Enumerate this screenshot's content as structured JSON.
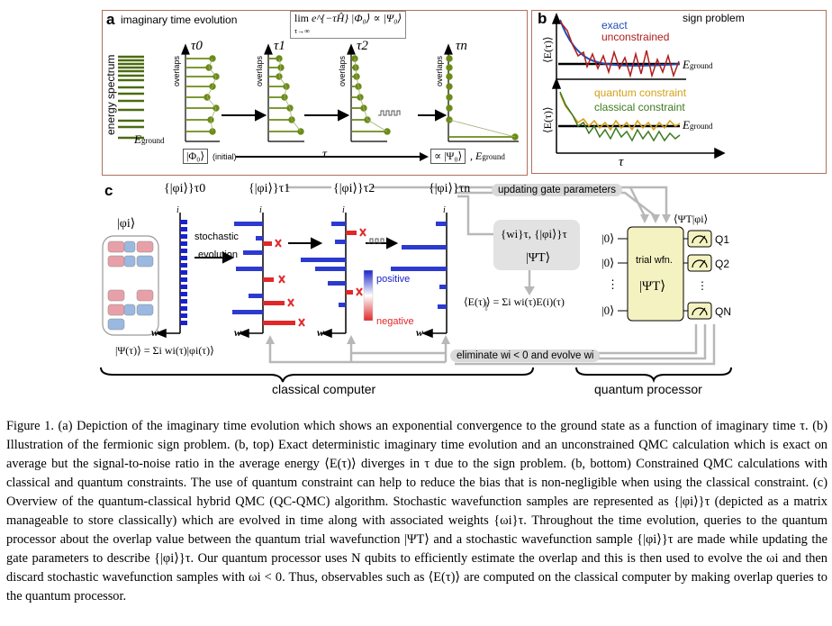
{
  "panel_a": {
    "letter": "a",
    "title": "imaginary time evolution",
    "formula_lim": "lim",
    "formula_sub": "τ→∞",
    "formula_body": "e^{−τĤ} |Φ₀⟩ ∝ |Ψ₀⟩",
    "spectrum_label": "energy spectrum",
    "e_ground": "E",
    "e_ground_sub": "ground",
    "overlaps_label": "overlaps",
    "tau_labels": [
      "τ0",
      "τ1",
      "τ2",
      "τn"
    ],
    "initial_ket": "|Φ₀⟩",
    "initial_text": "(initial)",
    "tau_axis": "τ",
    "final_ket": "∝ |Ψ₀⟩",
    "final_e": ", E",
    "final_e_sub": "ground"
  },
  "panel_b": {
    "letter": "b",
    "title": "sign problem",
    "ylabel": "⟨E(τ)⟩",
    "legend_top": [
      "exact",
      "unconstrained"
    ],
    "legend_bottom": [
      "quantum constraint",
      "classical constraint"
    ],
    "e_ground": "E",
    "e_ground_sub": "ground",
    "xlabel": "τ",
    "colors": {
      "exact": "#1f4fb4",
      "unconstrained": "#b01c1c",
      "quantum": "#d4a017",
      "classical": "#3c7a1e"
    }
  },
  "panel_c": {
    "letter": "c",
    "walker_label": "|φi⟩",
    "set_labels": [
      "{|φi⟩}τ0",
      "{|φi⟩}τ1",
      "{|φi⟩}τ2",
      "{|φi⟩}τn"
    ],
    "axis_i": "i",
    "axis_w": "w",
    "stochastic": "stochastic",
    "evolution": "evolution",
    "positive": "positive",
    "negative": "negative",
    "updating": "updating gate parameters",
    "wi_set": "{wi}τ, {|φi⟩}τ",
    "psi_t": "|ΨT⟩",
    "energy_formula": "⟨E(τ)⟩ = Σi wi(τ)E(i)(τ)",
    "psi_tau": "|Ψ(τ)⟩ = Σi wi(τ)|φi(τ)⟩",
    "eliminate": "eliminate wi < 0 and evolve wi",
    "trial_wfn": "trial wfn.",
    "trial_psi": "|ΨT⟩",
    "overlap": "⟨ΨT|φi⟩",
    "qubits_in": [
      "|0⟩",
      "|0⟩",
      "⋮",
      "|0⟩"
    ],
    "q_labels": [
      "Q1",
      "Q2",
      "⋮",
      "QN"
    ],
    "classical_computer": "classical computer",
    "quantum_processor": "quantum processor"
  },
  "caption": "Figure 1. (a) Depiction of the imaginary time evolution which shows an exponential convergence to the ground state as a function of imaginary time τ. (b) Illustration of the fermionic sign problem. (b, top) Exact deterministic imaginary time evolution and an unconstrained QMC calculation which is exact on average but the signal-to-noise ratio in the average energy ⟨E(τ)⟩ diverges in τ due to the sign problem. (b, bottom) Constrained QMC calculations with classical and quantum constraints. The use of quantum constraint can help to reduce the bias that is non-negligible when using the classical constraint. (c) Overview of the quantum-classical hybrid QMC (QC-QMC) algorithm. Stochastic wavefunction samples are represented as {|φi⟩}τ (depicted as a matrix manageable to store classically) which are evolved in time along with associated weights {ωi}τ. Throughout the time evolution, queries to the quantum processor about the overlap value between the quantum trial wavefunction |ΨT⟩ and a stochastic wavefunction sample {|φi⟩}τ are made while updating the gate parameters to describe {|φi⟩}τ. Our quantum processor uses N qubits to efficiently estimate the overlap and this is then used to evolve the ωi and then discard stochastic wavefunction samples with ωi < 0. Thus, observables such as ⟨E(τ)⟩ are computed on the classical computer by making overlap queries to the quantum processor."
}
